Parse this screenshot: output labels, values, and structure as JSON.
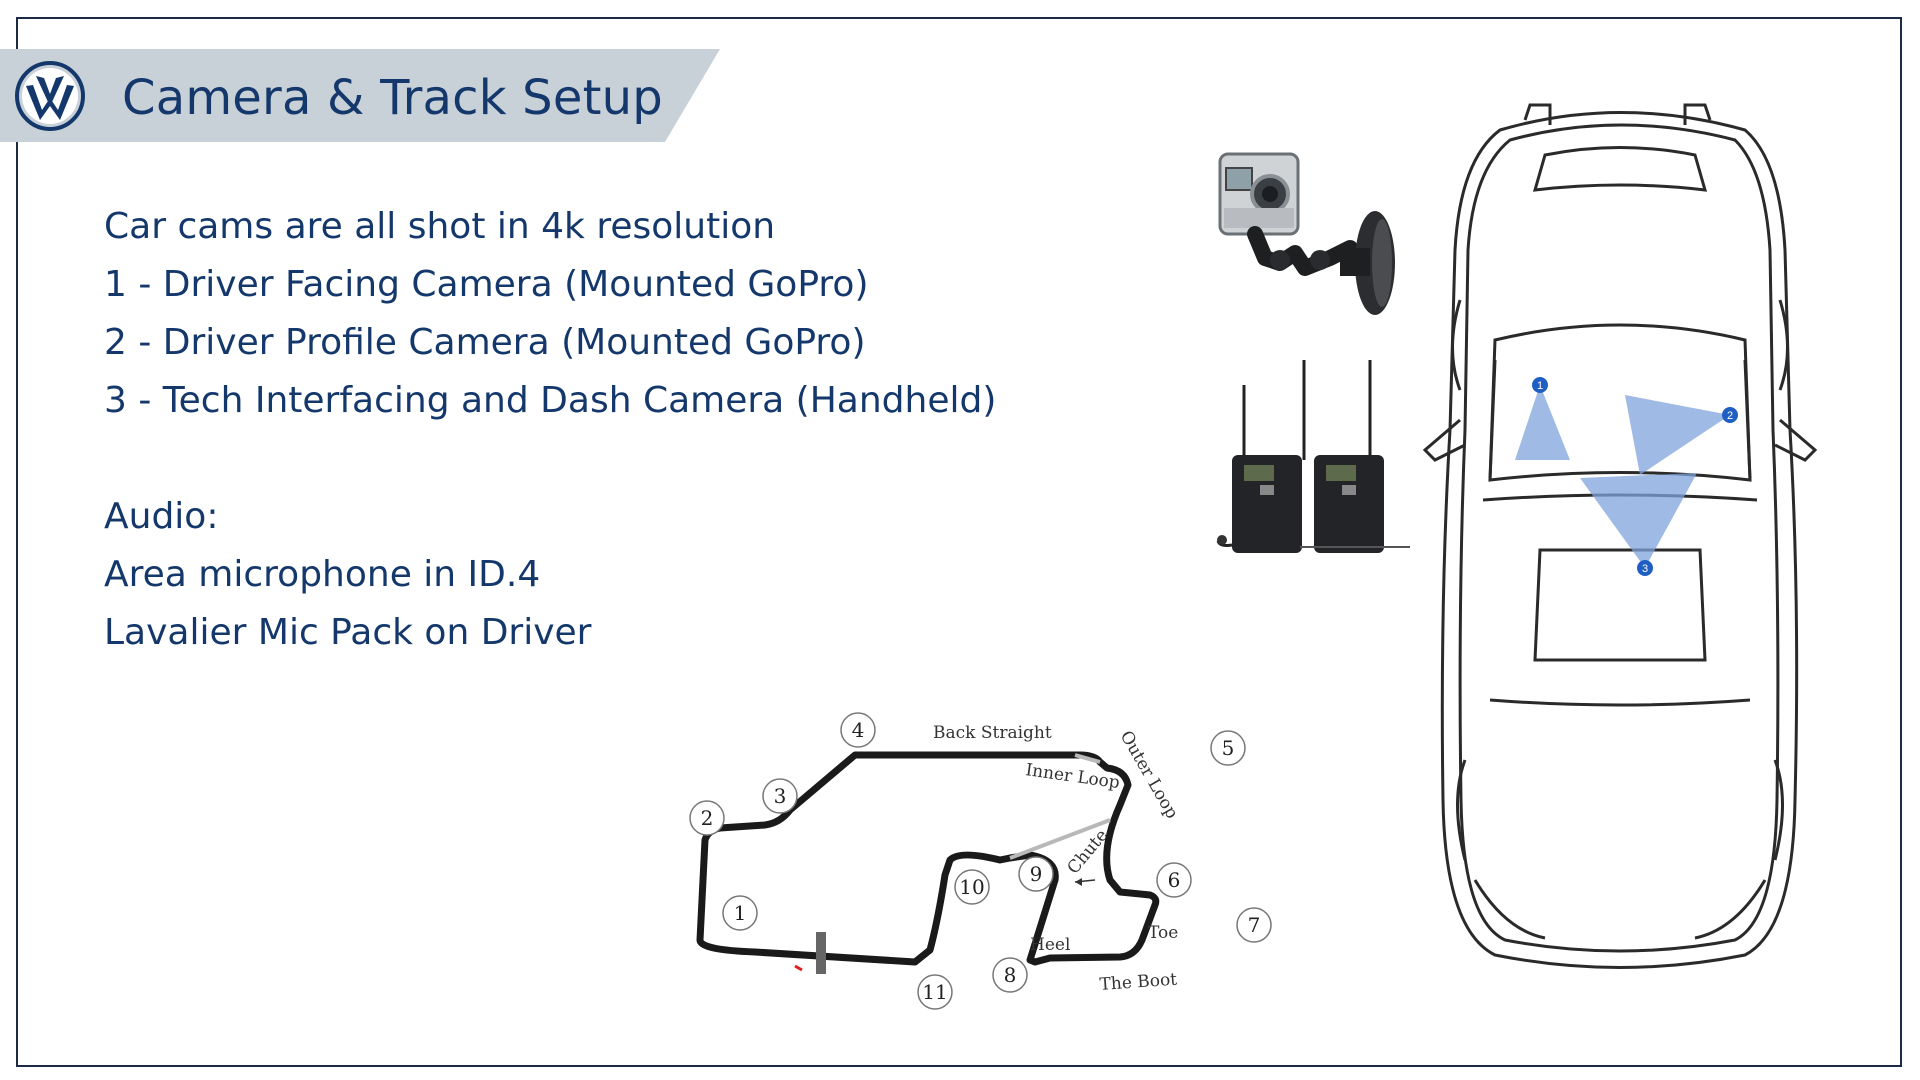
{
  "header": {
    "title": "Camera & Track Setup",
    "logo_icon": "vw-logo-icon"
  },
  "body": {
    "lines": [
      "Car cams are all shot in 4k resolution",
      "1 - Driver Facing Camera (Mounted GoPro)",
      "2 - Driver Profile Camera (Mounted GoPro)",
      "3 - Tech Interfacing and Dash Camera (Handheld)"
    ],
    "audio_lines": [
      "Audio:",
      "Area microphone in ID.4",
      "Lavalier Mic Pack on Driver"
    ]
  },
  "car_diagram": {
    "camera_markers": [
      "1",
      "2",
      "3"
    ],
    "marker_color": "#1f5fc4",
    "cone_color": "#7fa3dc"
  },
  "track_map": {
    "turns": [
      "1",
      "2",
      "3",
      "4",
      "5",
      "6",
      "7",
      "8",
      "9",
      "10",
      "11"
    ],
    "labels": {
      "back_straight": "Back Straight",
      "outer_loop": "Outer Loop",
      "inner_loop": "Inner Loop",
      "chute": "Chute",
      "heel": "Heel",
      "toe": "Toe",
      "the_boot": "The Boot"
    }
  },
  "colors": {
    "brand_navy": "#14386b",
    "banner_gray": "#c9d1d8",
    "frame": "#1b2a47"
  }
}
